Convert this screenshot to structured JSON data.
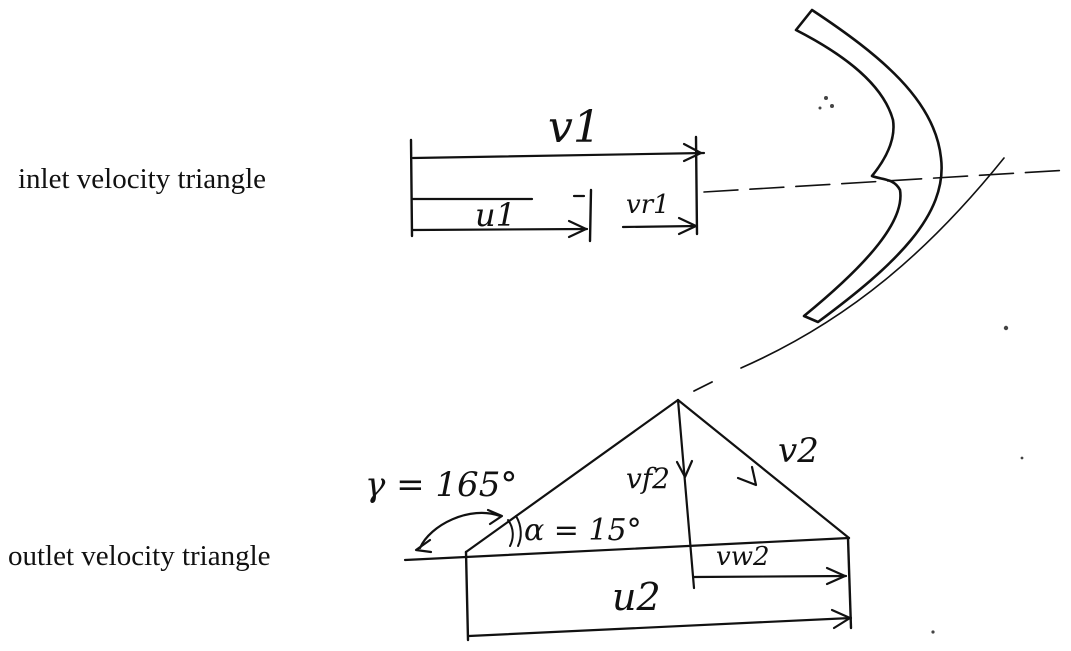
{
  "captions": {
    "inlet": "inlet velocity triangle",
    "outlet": "outlet velocity triangle"
  },
  "inlet_labels": {
    "v1": "v1",
    "u1": "u1",
    "vr1": "vr1"
  },
  "outlet_labels": {
    "gamma": "γ = 165°",
    "alpha": "α = 15°",
    "vf2": "vf2",
    "v2": "v2",
    "vw2": "vw2",
    "u2": "u2"
  },
  "colors": {
    "ink": "#111111",
    "background": "#ffffff"
  }
}
